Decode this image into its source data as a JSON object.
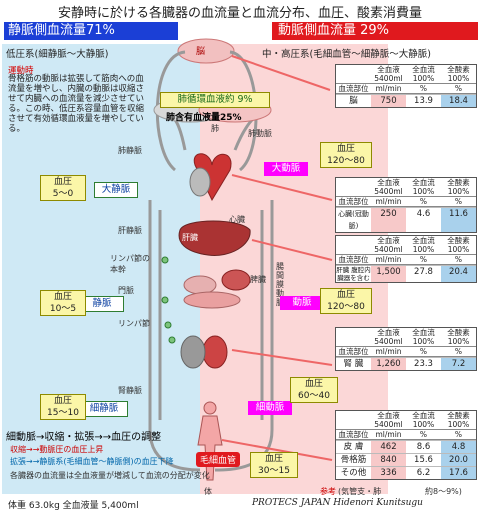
{
  "title": "安静時に於ける各臓器の血流量と血流分布、血圧、酸素消費量",
  "venous": {
    "tag": "静脈側血流量71%",
    "sub": "低圧系(細静脈〜大静脈)",
    "exercise_label": "運動時",
    "exercise_note": "骨格筋の動脈は拡張して筋肉への血流量を増やし、内臓の動脈は収縮させて内臓への血流量を減少させている。この時、低圧系容量血管を収縮させて有効循環血液量を増やしている。"
  },
  "arterial": {
    "tag": "動脈側血流量 29%",
    "sub": "中・高圧系(毛細血管〜細静脈〜大静脈)"
  },
  "labels": {
    "brain": "脳",
    "lung_circ": "肺循環血液約 9%",
    "lung_blood": "肺含有血液量25%",
    "lung": "肺",
    "pulm_vein": "肺静脈",
    "pulm_artery": "肺動脈",
    "heart": "心臓",
    "hepatic_vein": "肝静脈",
    "liver": "肝臓",
    "lymph_trunk": "リンパ節の本幹",
    "portal": "門脈",
    "spleen": "脾臓",
    "lymph": "リンパ節",
    "mesenteric": "腸間膜動脈",
    "kidney_vein": "腎静脈",
    "kidney": "腎臓",
    "capillary": "毛細血管",
    "body": "体"
  },
  "vessels": {
    "great_vein": "大静脈",
    "vein": "静脈",
    "small_vein": "細静脈",
    "aorta": "大動脈",
    "artery": "動脈",
    "small_artery": "細動脈"
  },
  "bp": {
    "label": "血圧",
    "v1": "5〜0",
    "v2": "10〜5",
    "v3": "15〜10",
    "a1": "120〜80",
    "a2": "120〜80",
    "a3": "60〜40",
    "c": "30〜15"
  },
  "table_header": [
    "全血液 5400ml",
    "全血流 100%",
    "全酸素 100%"
  ],
  "table_sub": [
    "血流部位",
    "ml/min",
    "%",
    "%"
  ],
  "tables": [
    {
      "rows": [
        [
          "脳",
          "750",
          "13.9",
          "18.4"
        ]
      ]
    },
    {
      "rows": [
        [
          "心臓(冠動脈)",
          "250",
          "4.6",
          "11.6"
        ]
      ]
    },
    {
      "rows": [
        [
          "肝臓 腹腔内臓器を含む",
          "1,500",
          "27.8",
          "20.4"
        ]
      ]
    },
    {
      "rows": [
        [
          "腎 臓",
          "1,260",
          "23.3",
          "7.2"
        ]
      ]
    },
    {
      "rows": [
        [
          "皮 膚",
          "462",
          "8.6",
          "4.8"
        ],
        [
          "骨格筋",
          "840",
          "15.6",
          "20.0"
        ],
        [
          "その他",
          "336",
          "6.2",
          "17.6"
        ]
      ]
    }
  ],
  "regulation": {
    "title": "細動脈→収縮・拡張→→血圧の調整",
    "contract": "収縮→→動脈圧の血圧上昇",
    "dilate": "拡張→→静脈系(毛細血管〜静脈側)の血圧下降",
    "note": "各臓器の血流量は全血液量が増減して血流の分配が変化"
  },
  "footer": {
    "weight": "体重 63.0kg 全血液量 5,400ml",
    "credit": "PROTECS JAPAN Hidenori Kunitsugu",
    "ref": "参考",
    "ref_text": "(気管支・肺",
    "ref_val": "約8〜9%)"
  }
}
